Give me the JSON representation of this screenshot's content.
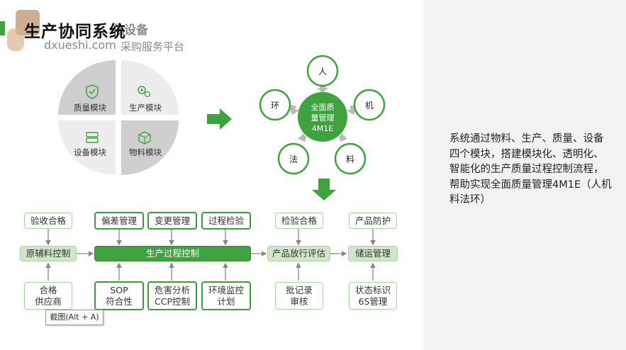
{
  "header": {
    "title": "生产协同系统",
    "watermark_line1": "化设备",
    "watermark_site": "dxueshi.com",
    "watermark_slogan": "采购服务平台"
  },
  "quadrants": [
    {
      "label": "质量模块",
      "icon": "shield-check-icon"
    },
    {
      "label": "生产模块",
      "icon": "gears-icon"
    },
    {
      "label": "设备模块",
      "icon": "server-icon"
    },
    {
      "label": "物料模块",
      "icon": "box-icon"
    }
  ],
  "hub": {
    "label_line1": "全面质",
    "label_line2": "量管理",
    "label_line3": "4M1E",
    "satellites": [
      "人",
      "机",
      "料",
      "法",
      "环"
    ]
  },
  "flow": {
    "top_row": [
      "验收合格",
      "偏差管理",
      "变更管理",
      "过程检验",
      "检验合格",
      "产品防护"
    ],
    "main_row": [
      "原辅料控制",
      "生产过程控制",
      "产品放行评估",
      "储运管理"
    ],
    "bottom_row": [
      {
        "line1": "合格",
        "line2": "供应商"
      },
      {
        "line1": "SOP",
        "line2": "符合性"
      },
      {
        "line1": "危害分析",
        "line2": "CCP控制"
      },
      {
        "line1": "环境监控",
        "line2": "计划"
      },
      {
        "line1": "批记录",
        "line2": "审核"
      },
      {
        "line1": "状态标识",
        "line2": "6S管理"
      }
    ]
  },
  "description": "系统通过物料、生产、质量、设备四个模块，搭建模块化、透明化、智能化的生产质量过程控制流程，帮助实现全面质量管理4M1E（人机料法环）",
  "tooltip": "截图(Alt + A)",
  "colors": {
    "accent": "#3ea33e",
    "light_green": "#cfe6c9",
    "border_green": "#a9d6a0",
    "panel_gray": "#f2f2f2"
  }
}
